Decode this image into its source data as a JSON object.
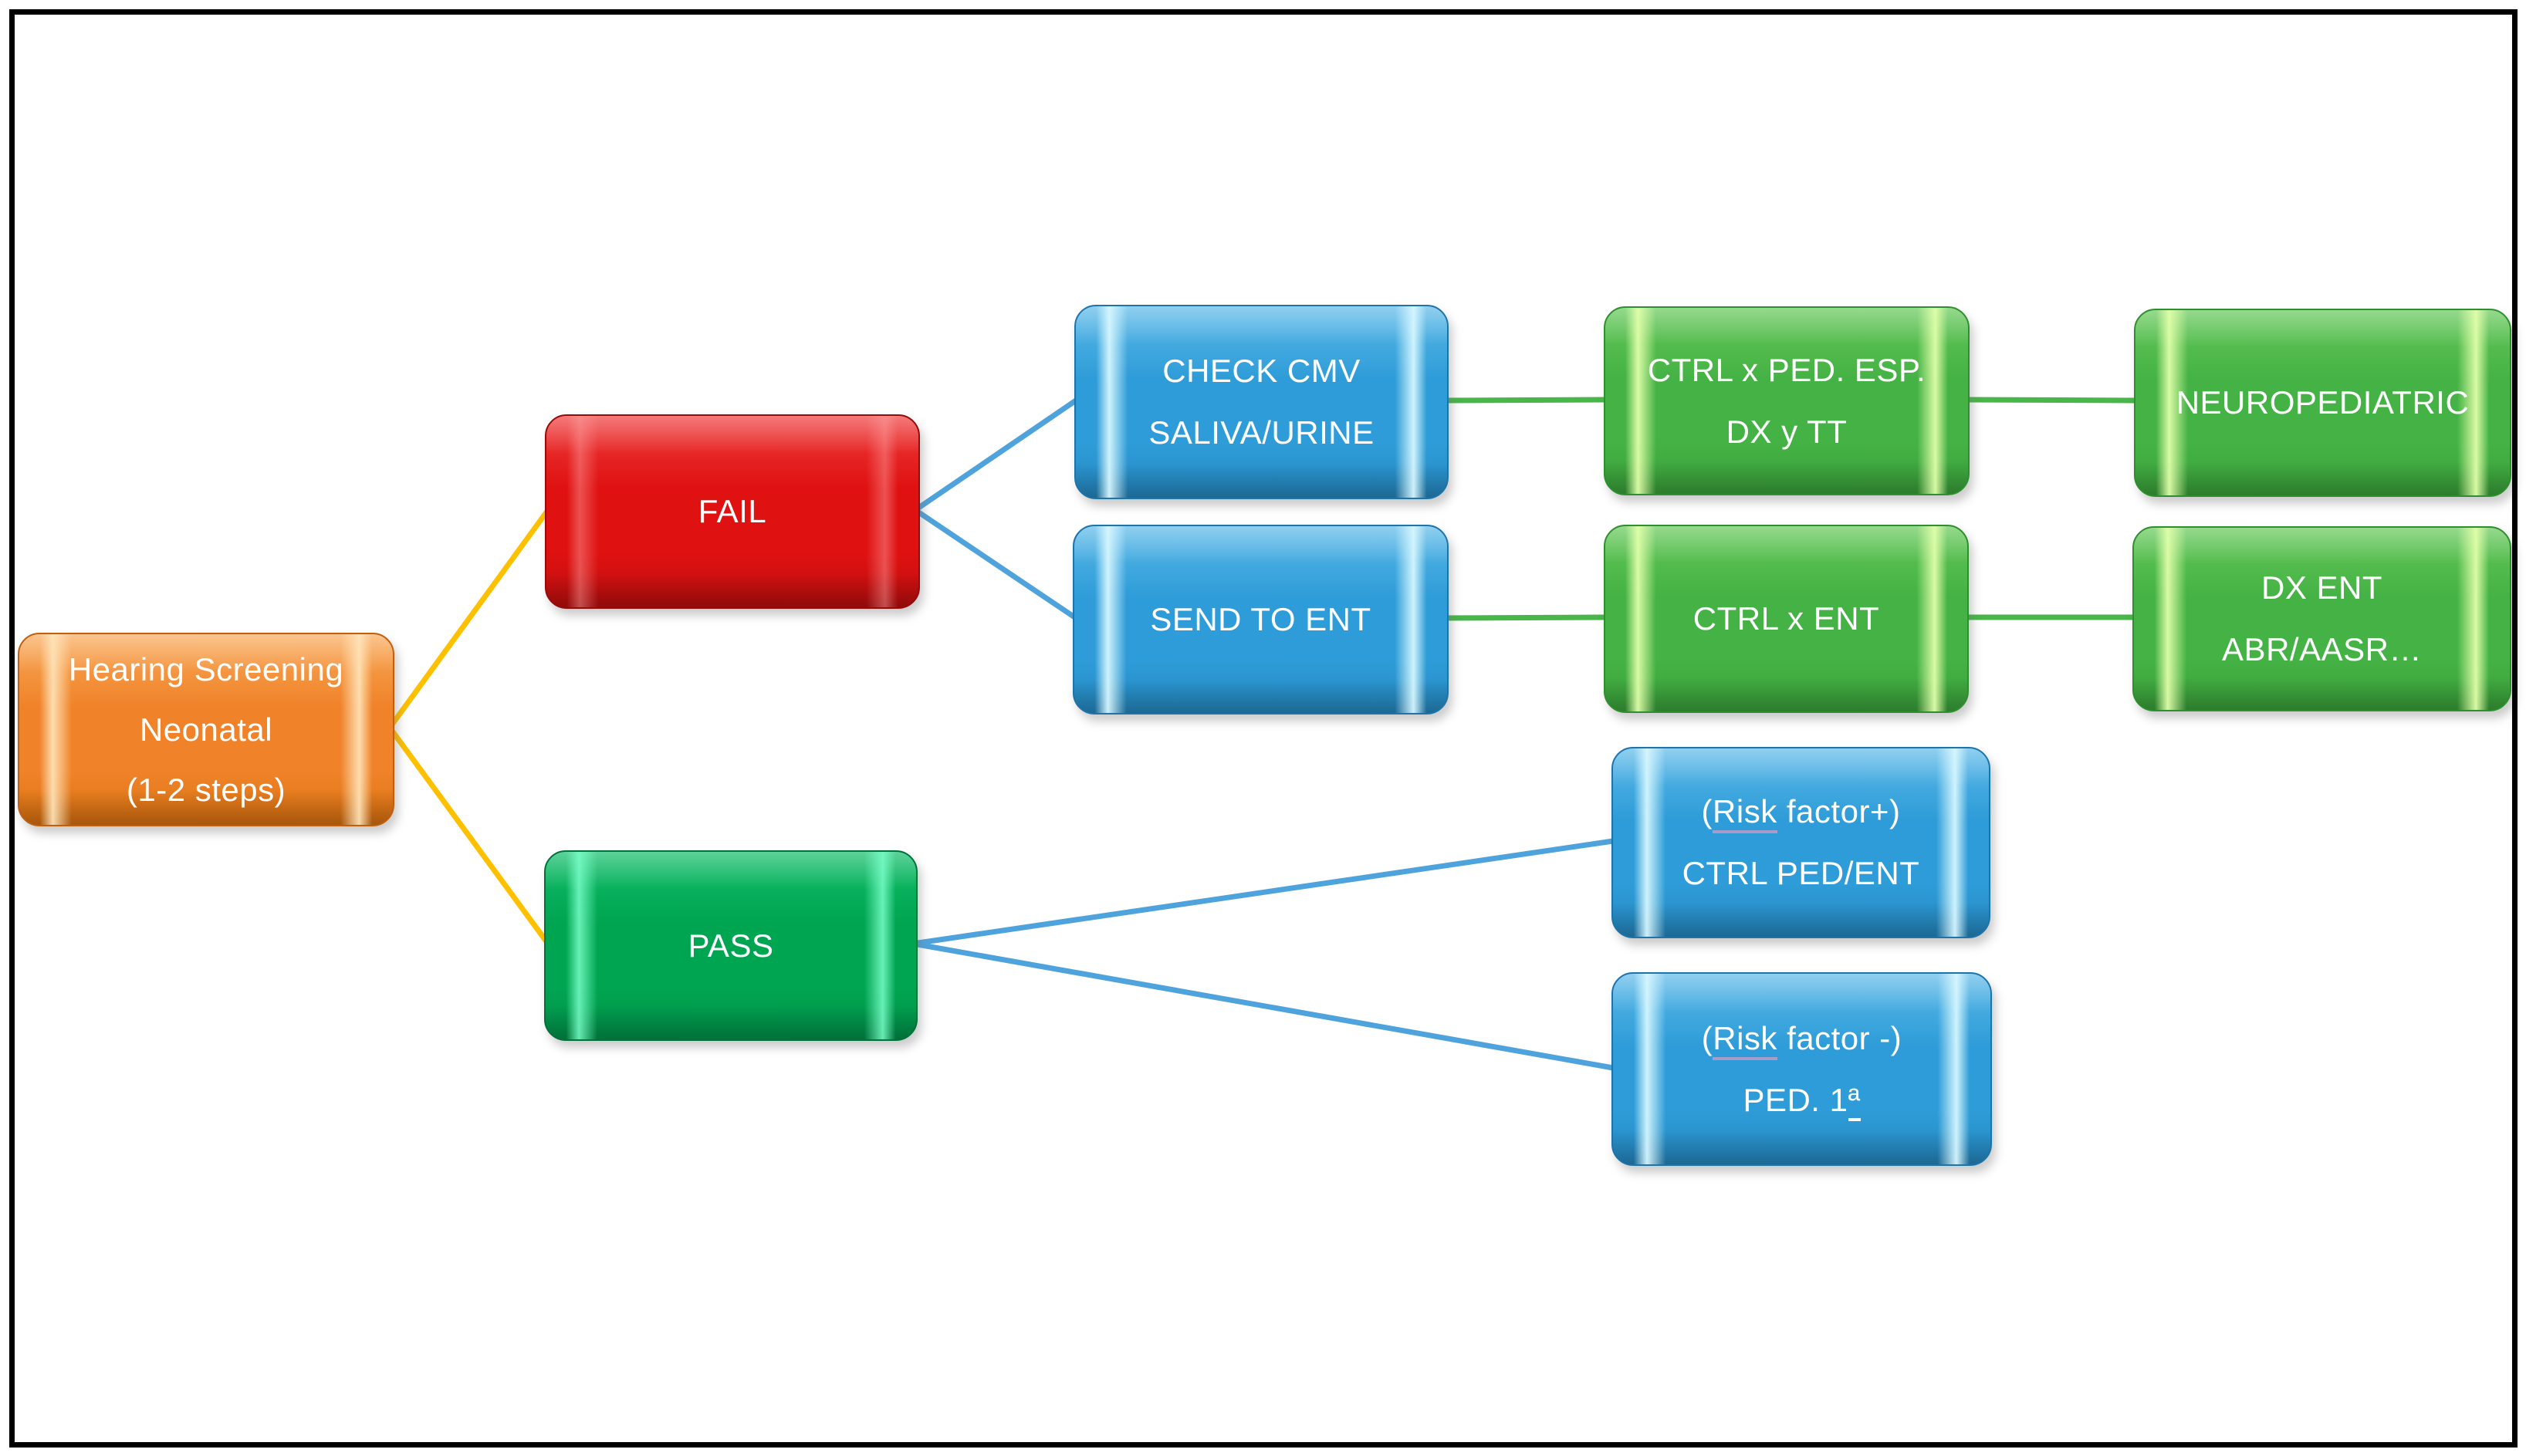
{
  "palette": {
    "box_orange": "#F0832A",
    "box_red": "#DF1111",
    "box_blue": "#2E9CD8",
    "box_green": "#45B245",
    "box_emerald_pass": "#00A551",
    "connector_yellow": "#FFC000",
    "connector_blue": "#4FA3DC",
    "connector_green": "#48B648",
    "text": "#FFFFFF",
    "frame": "#000000",
    "background": "#FFFFFF"
  },
  "diagram": {
    "nodes": {
      "root": {
        "lines": [
          "Hearing Screening",
          "Neonatal",
          "(1-2 steps)"
        ]
      },
      "fail": {
        "label": "FAIL"
      },
      "pass": {
        "label": "PASS"
      },
      "check_cmv": {
        "lines": [
          "CHECK CMV",
          "SALIVA/URINE"
        ]
      },
      "send_to_ent": {
        "label": "SEND TO ENT"
      },
      "ctrl_ped_esp": {
        "lines": [
          "CTRL x PED. ESP.",
          "DX y TT"
        ]
      },
      "ctrl_ent": {
        "label": "CTRL x ENT"
      },
      "neuropediatric": {
        "label": "NEUROPEDIATRIC"
      },
      "dx_ent": {
        "lines": [
          "DX ENT",
          "ABR/AASR…"
        ]
      },
      "risk_positive": {
        "open": "(",
        "underlined": "Risk",
        "rest": " factor+)",
        "line2": "CTRL PED/ENT"
      },
      "risk_negative": {
        "open": "(",
        "underlined": "Risk",
        "rest": " factor -)",
        "line2_prefix": "PED. 1",
        "line2_ordinal": "ª"
      }
    },
    "edges": [
      {
        "from": "root",
        "to": "fail",
        "color": "yellow"
      },
      {
        "from": "root",
        "to": "pass",
        "color": "yellow"
      },
      {
        "from": "fail",
        "to": "check_cmv",
        "color": "blue"
      },
      {
        "from": "fail",
        "to": "send_to_ent",
        "color": "blue"
      },
      {
        "from": "check_cmv",
        "to": "ctrl_ped_esp",
        "color": "green"
      },
      {
        "from": "ctrl_ped_esp",
        "to": "neuropediatric",
        "color": "green"
      },
      {
        "from": "send_to_ent",
        "to": "ctrl_ent",
        "color": "green"
      },
      {
        "from": "ctrl_ent",
        "to": "dx_ent",
        "color": "green"
      },
      {
        "from": "pass",
        "to": "risk_positive",
        "color": "blue"
      },
      {
        "from": "pass",
        "to": "risk_negative",
        "color": "blue"
      }
    ]
  }
}
